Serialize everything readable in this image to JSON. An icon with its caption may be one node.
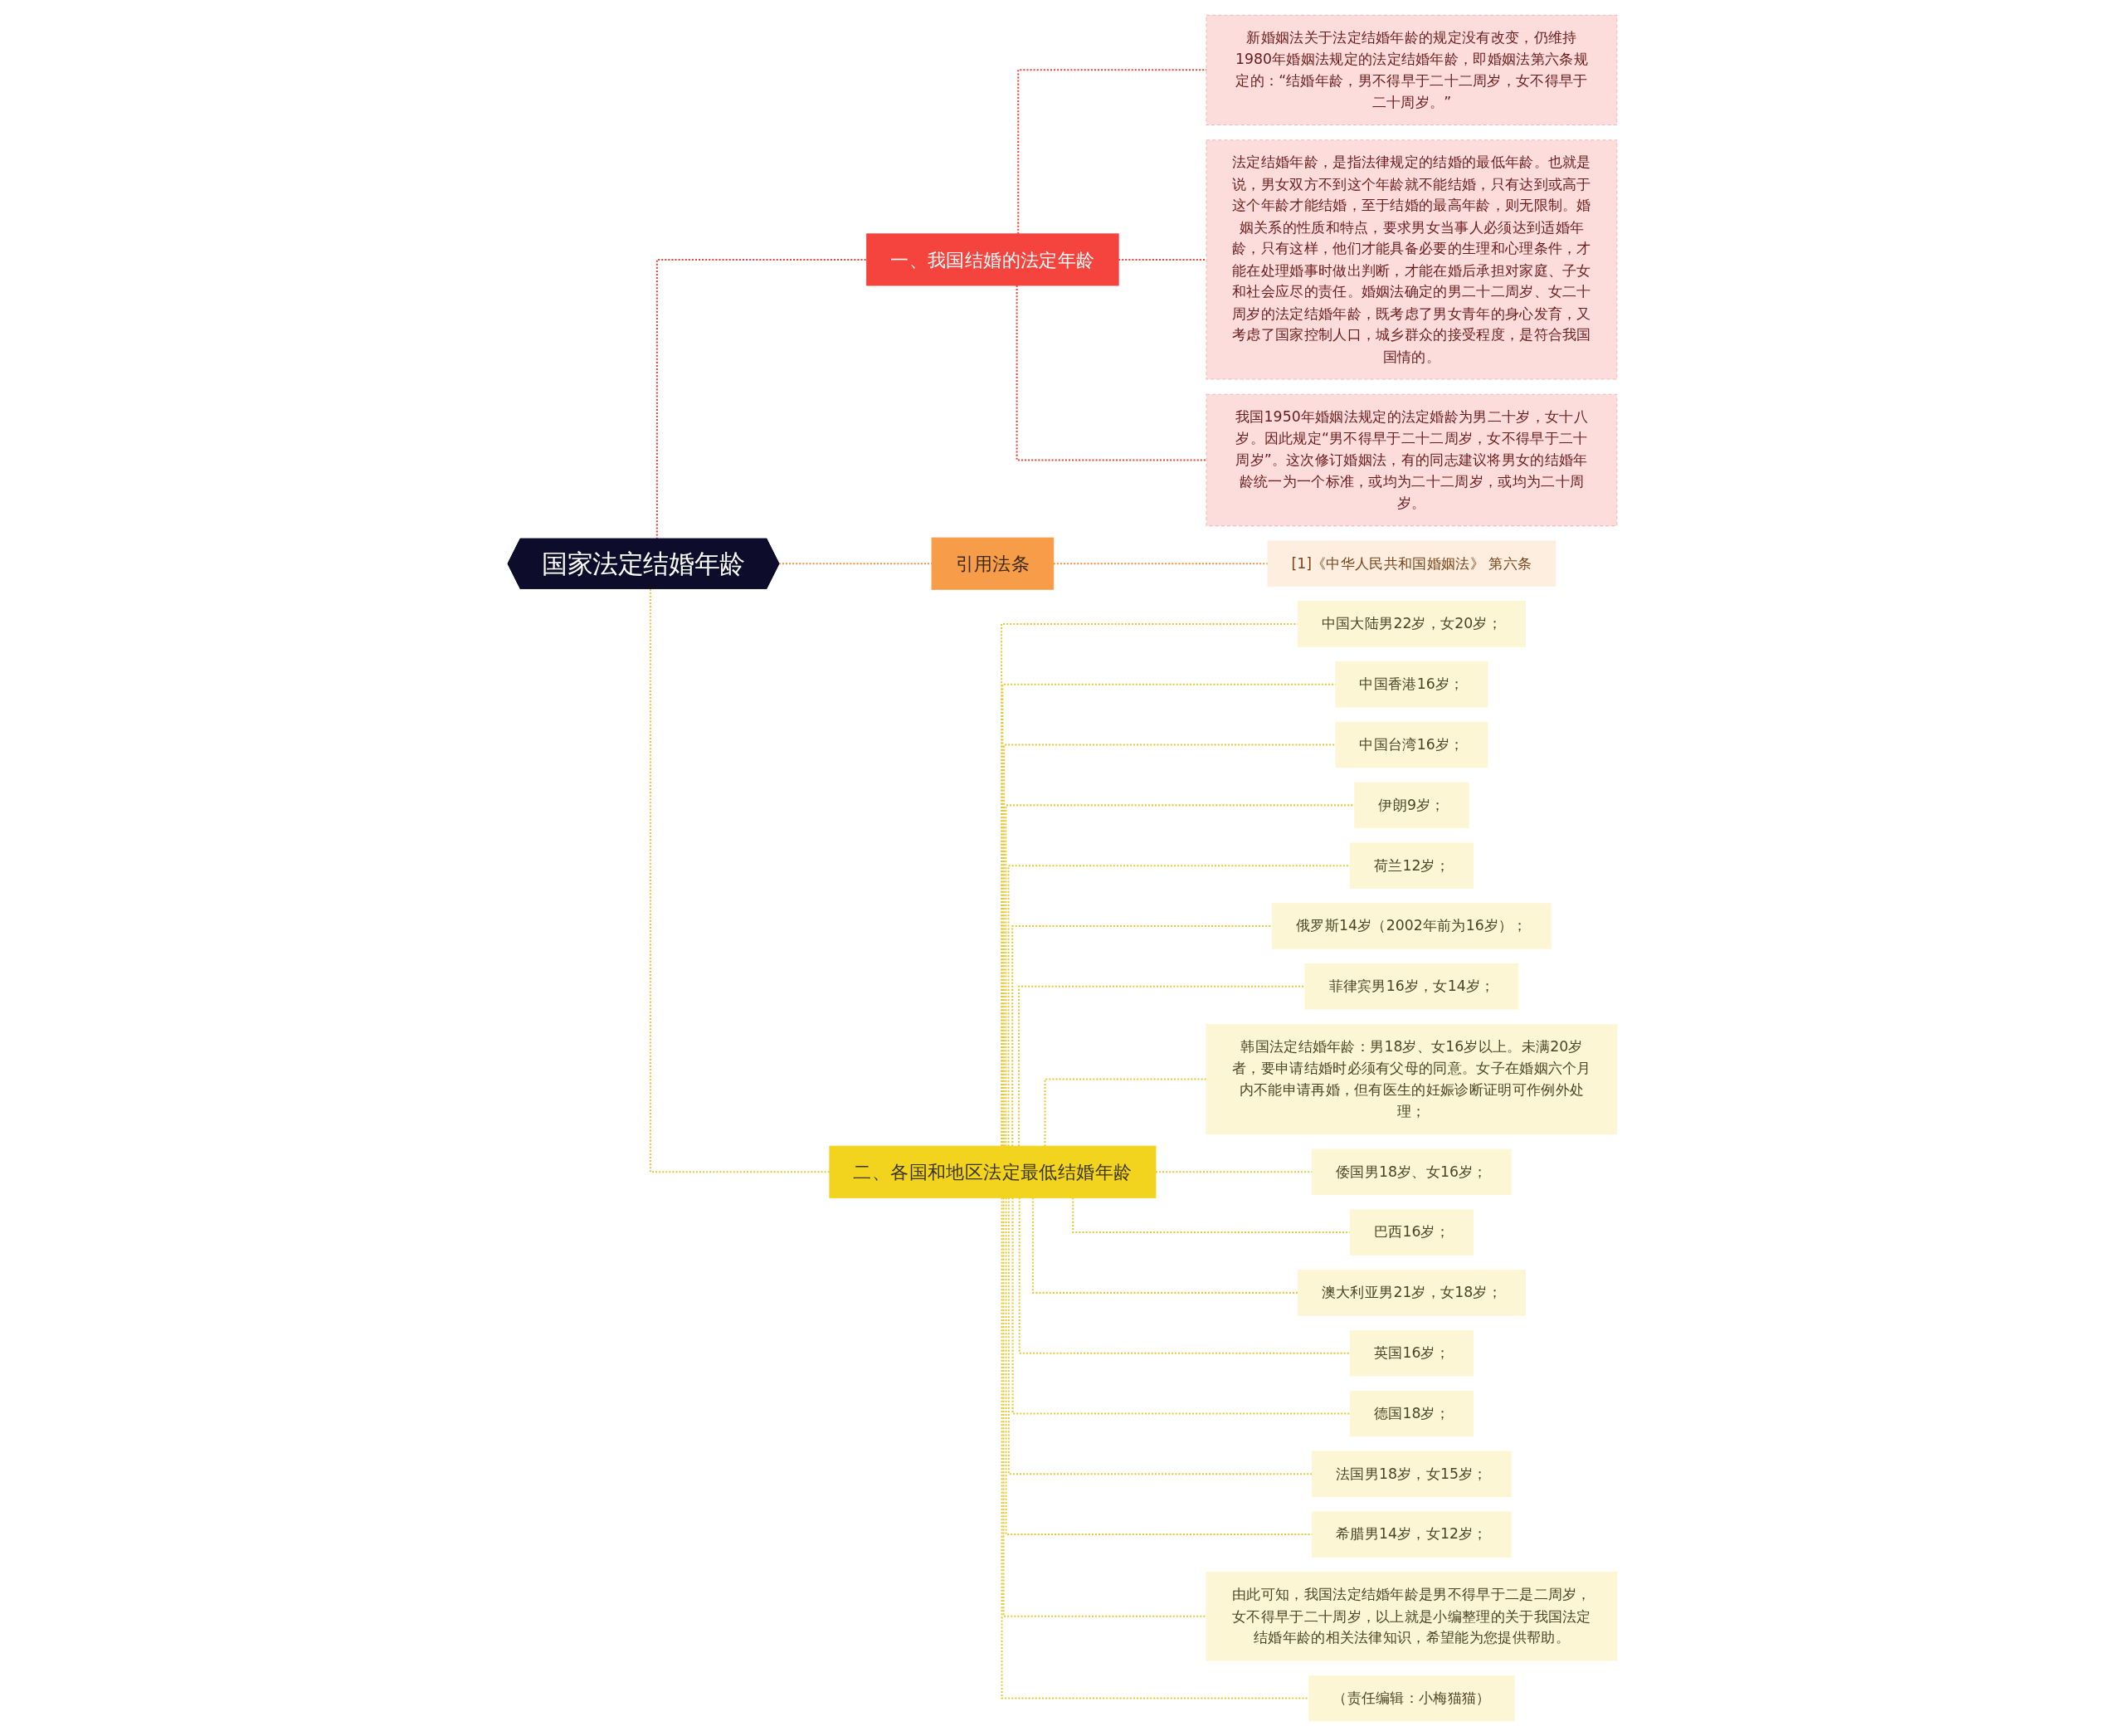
{
  "diagram": {
    "nodes": [
      {
        "text": [
          "国家法定结婚年龄"
        ]
      },
      {
        "text": [
          "一、我国结婚的法定年龄"
        ]
      },
      {
        "text": [
          "新婚姻法关于法定结婚年龄的规定没有改变，仍维持1980年婚姻法规定的法定结婚年龄，即婚姻法第六条规定的：“结婚年龄，男不得早于二十二周岁，女不得早于二十周岁。”"
        ]
      },
      {
        "text": [
          "法定结婚年龄，是指法律规定的结婚的最低年龄。也就是说，男女双方不到这个年龄就不能结婚，只有达到或高于这个年龄才能结婚，至于结婚的最高年龄，则无限制。婚姻关系的性质和特点，要求男女当事人必须达到适婚年龄，只有这样，他们才能具备必要的生理和心理条件，才能在处理婚事时做出判断，才能在婚后承担对家庭、子女和社会应尽的责任。婚姻法确定的男二十二周岁、女二十周岁的法定结婚年龄，既考虑了男女青年的身心发育，又考虑了国家控制人口，城乡群众的接受程度，是符合我国国情的。"
        ]
      },
      {
        "text": [
          "我国1950年婚姻法规定的法定婚龄为男二十岁，女十八岁。因此规定“男不得早于二十二周岁，女不得早于二十周岁”。这次修订婚姻法，有的同志建议将男女的结婚年龄统一为一个标准，或均为二十二周岁，或均为二十周岁。"
        ]
      },
      {
        "text": [
          "引用法条"
        ]
      },
      {
        "text": [
          "[1]《中华人民共和国婚姻法》 第六条"
        ]
      },
      {
        "text": [
          "二、各国和地区法定最低结婚年龄"
        ]
      },
      {
        "text": [
          "中国大陆男22岁，女20岁；"
        ]
      },
      {
        "text": [
          "中国香港16岁；"
        ]
      },
      {
        "text": [
          "中国台湾16岁；"
        ]
      },
      {
        "text": [
          "伊朗9岁；"
        ]
      },
      {
        "text": [
          "荷兰12岁；"
        ]
      },
      {
        "text": [
          "俄罗斯14岁（2002年前为16岁）；"
        ]
      },
      {
        "text": [
          "菲律宾男16岁，女14岁；"
        ]
      },
      {
        "text": [
          "韩国法定结婚年龄：男18岁、女16岁以上。未满20岁者，要申请结婚时必须有父母的同意。女子在婚姻六个月内不能申请再婚，但有医生的妊娠诊断证明可作例外处理；"
        ]
      },
      {
        "text": [
          "倭国男18岁、女16岁；"
        ]
      },
      {
        "text": [
          "巴西16岁；"
        ]
      },
      {
        "text": [
          "澳大利亚男21岁，女18岁；"
        ]
      },
      {
        "text": [
          "英国16岁；"
        ]
      },
      {
        "text": [
          "德国18岁；"
        ]
      },
      {
        "text": [
          "法国男18岁，女15岁；"
        ]
      },
      {
        "text": [
          "希腊男14岁，女12岁；"
        ]
      },
      {
        "text": [
          "由此可知，我国法定结婚年龄是男不得早于二是二周岁，女不得早于二十周岁，以上就是小编整理的关于我国法定结婚年龄的相关法律知识，希望能为您提供帮助。"
        ]
      },
      {
        "text": [
          "（责任编辑：小梅猫猫）"
        ]
      }
    ],
    "edges": [
      {
        "from": 0,
        "to": 1,
        "arrow": "none",
        "style": "dashed",
        "color": "#e8453c"
      },
      {
        "from": 1,
        "to": 2,
        "arrow": "none",
        "style": "dashed",
        "color": "#e8453c"
      },
      {
        "from": 1,
        "to": 3,
        "arrow": "none",
        "style": "dashed",
        "color": "#e8453c"
      },
      {
        "from": 1,
        "to": 4,
        "arrow": "none",
        "style": "dashed",
        "color": "#e8453c"
      },
      {
        "from": 0,
        "to": 5,
        "arrow": "none",
        "style": "dashed",
        "color": "#f0913d"
      },
      {
        "from": 5,
        "to": 6,
        "arrow": "none",
        "style": "dashed",
        "color": "#f0913d"
      },
      {
        "from": 0,
        "to": 7,
        "arrow": "none",
        "style": "dashed"
      },
      {
        "from": 7,
        "to": 8,
        "arrow": "none",
        "style": "dashed"
      },
      {
        "from": 7,
        "to": 9,
        "arrow": "none",
        "style": "dashed"
      },
      {
        "from": 7,
        "to": 10,
        "arrow": "none",
        "style": "dashed"
      },
      {
        "from": 7,
        "to": 11,
        "arrow": "none",
        "style": "dashed"
      },
      {
        "from": 7,
        "to": 12,
        "arrow": "none",
        "style": "dashed"
      },
      {
        "from": 7,
        "to": 13,
        "arrow": "none",
        "style": "dashed"
      },
      {
        "from": 7,
        "to": 14,
        "arrow": "none",
        "style": "dashed"
      },
      {
        "from": 7,
        "to": 15,
        "arrow": "none",
        "style": "dashed"
      },
      {
        "from": 7,
        "to": 16,
        "arrow": "none",
        "style": "dashed"
      },
      {
        "from": 7,
        "to": 17,
        "arrow": "none",
        "style": "dashed"
      },
      {
        "from": 7,
        "to": 18,
        "arrow": "none",
        "style": "dashed"
      },
      {
        "from": 7,
        "to": 19,
        "arrow": "none",
        "style": "dashed"
      },
      {
        "from": 7,
        "to": 20,
        "arrow": "none",
        "style": "dashed"
      },
      {
        "from": 7,
        "to": 21,
        "arrow": "none",
        "style": "dashed"
      },
      {
        "from": 7,
        "to": 22,
        "arrow": "none",
        "style": "dashed"
      },
      {
        "from": 7,
        "to": 23,
        "arrow": "none",
        "style": "dashed"
      },
      {
        "from": 7,
        "to": 24,
        "arrow": "none",
        "style": "dashed"
      }
    ]
  }
}
